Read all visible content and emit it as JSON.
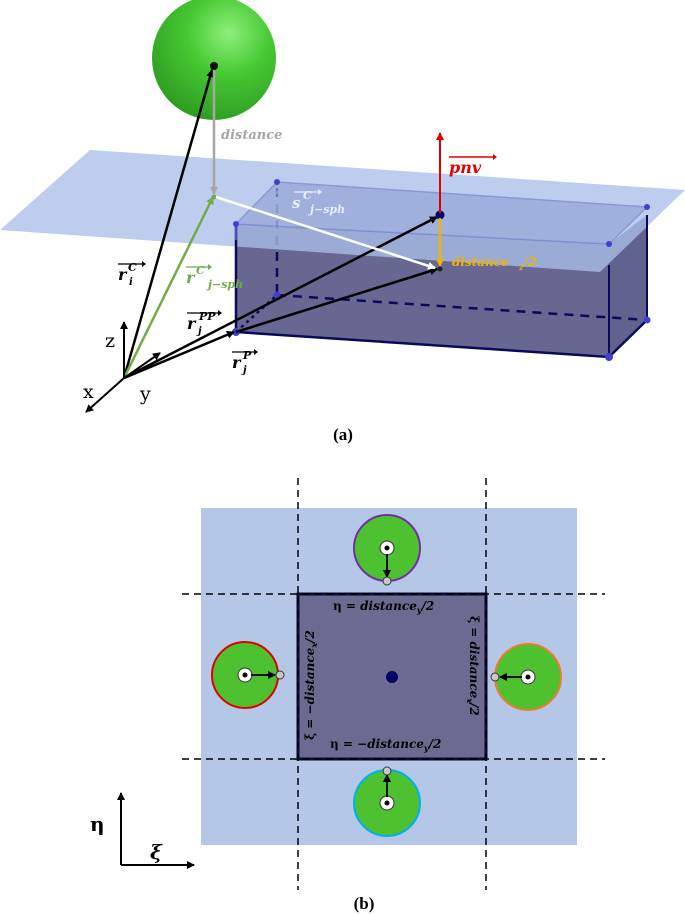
{
  "panel_a": {
    "caption": "(a)",
    "axes": {
      "x": "x",
      "y": "y",
      "z": "z"
    },
    "labels": {
      "distance": "distance",
      "s_main": "s",
      "s_sup": "C",
      "s_sub": "j−sph",
      "pnv": "pnv",
      "distance_z_main": "distance",
      "distance_z_sub": "z",
      "distance_z_tail": "/2",
      "r_i_main": "r",
      "r_i_sub": "i",
      "r_i_sup": "C",
      "r_jsph_main": "r",
      "r_jsph_sup": "C",
      "r_jsph_sub": "j−sph",
      "r_jpp_main": "r",
      "r_jpp_sub": "j",
      "r_jpp_sup": "PP",
      "r_jp_main": "r",
      "r_jp_sub": "j",
      "r_jp_sup": "P"
    },
    "colors": {
      "sphere": "#3fbf2f",
      "plane": "#a9bfe9",
      "box": "#4e4f8c",
      "grey_arrow": "#a6a6a6",
      "green_arrow": "#70ad47",
      "red_arrow": "#e00000",
      "orange_arrow": "#f0b400"
    }
  },
  "panel_b": {
    "caption": "(b)",
    "axes": {
      "eta": "η",
      "xi": "ξ"
    },
    "boundary_labels": {
      "top": {
        "prefix": "η = ",
        "main": "distance",
        "sub": "y",
        "tail": "/2"
      },
      "bottom": {
        "prefix": "η = −",
        "main": "distance",
        "sub": "y",
        "tail": "/2"
      },
      "left": {
        "prefix": "ξ = −",
        "main": "distance",
        "sub": "x",
        "tail": "/2"
      },
      "right": {
        "prefix": "ξ = ",
        "main": "distance",
        "sub": "x",
        "tail": "/2"
      }
    },
    "colors": {
      "background": "#b4c7e7",
      "cell": "#6b6b91",
      "circle_fill": "#4dc12f",
      "circle_top_stroke": "#7030a0",
      "circle_left_stroke": "#e00000",
      "circle_right_stroke": "#ed7d31",
      "circle_bottom_stroke": "#00b0f0",
      "center_dot": "#000066"
    }
  }
}
